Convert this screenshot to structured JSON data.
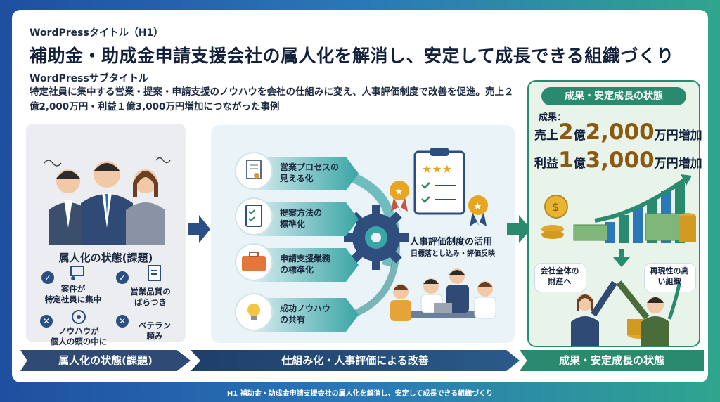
{
  "header": {
    "small_title": "WordPressタイトル（H1）",
    "title": "補助金・助成金申請支援会社の属人化を解消し、安定して成長できる組織づくり",
    "subtitle_label": "WordPressサブタイトル",
    "description": "特定社員に集中する営業・提案・申請支援のノウハウを会社の仕組みに変え、人事評価制度で改善を促進。売上２億2,000万円・利益１億3,000万円増加につながった事例"
  },
  "left_panel": {
    "heading": "属人化の状態(課題)",
    "issues": [
      {
        "text": "案件が\n特定社員に集中",
        "icon": "check-icon"
      },
      {
        "text": "営業品質の\nばらつき",
        "icon": "check-icon"
      },
      {
        "text": "ノウハウが\n個人の頭の中に",
        "icon": "x-icon"
      },
      {
        "text": "ベテラン\n頼み",
        "icon": "x-icon"
      }
    ]
  },
  "middle_panel": {
    "steps": [
      {
        "label": "営業プロセスの\n見える化",
        "icon": "document-icon"
      },
      {
        "label": "提案方法の\n標準化",
        "icon": "checklist-icon"
      },
      {
        "label": "申請支援業務\nの標準化",
        "icon": "briefcase-icon"
      },
      {
        "label": "成功ノウハウ\nの共有",
        "icon": "lightbulb-icon"
      }
    ],
    "eval_title": "人事評価制度の活用",
    "eval_sub": "目標落とし込み・評価反映"
  },
  "right_panel": {
    "heading": "成果・安定成長の状態",
    "result_label": "成果：",
    "sales_prefix": "売上",
    "sales_oku": "2",
    "sales_oku_unit": "億",
    "sales_man": "2,000",
    "sales_suffix": "万円増加",
    "profit_prefix": "利益",
    "profit_oku": "1",
    "profit_oku_unit": "億",
    "profit_man": "3,000",
    "profit_suffix": "万円増加",
    "bubble_left": "会社全体の\n財産へ",
    "bubble_right": "再現性の高\nい組織"
  },
  "bottom_bars": [
    "属人化の状態(課題)",
    "仕組み化・人事評価による改善",
    "成果・安定成長の状態"
  ],
  "footer": "H1 補助金・助成金申請支援会社の属人化を解消し、安定して成長できる組織づくり"
}
